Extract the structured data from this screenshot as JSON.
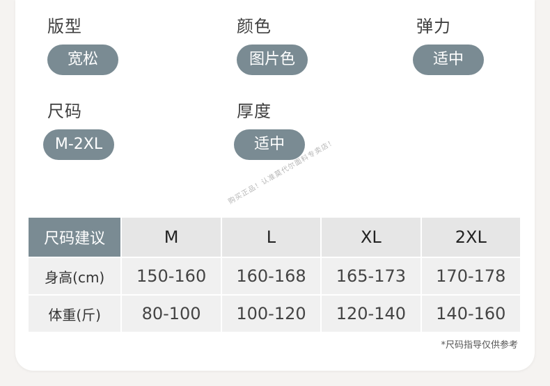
{
  "attributes": [
    {
      "label": "版型",
      "value": "宽松"
    },
    {
      "label": "颜色",
      "value": "图片色"
    },
    {
      "label": "弹力",
      "value": "适中"
    },
    {
      "label": "尺码",
      "value": "M-2XL"
    },
    {
      "label": "厚度",
      "value": "适中"
    }
  ],
  "size_table": {
    "corner": "尺码建议",
    "sizes": [
      "M",
      "L",
      "XL",
      "2XL"
    ],
    "rows": [
      {
        "label": "身高(cm)",
        "values": [
          "150-160",
          "160-168",
          "165-173",
          "170-178"
        ]
      },
      {
        "label": "体重(斤)",
        "values": [
          "80-100",
          "100-120",
          "120-140",
          "140-160"
        ]
      }
    ]
  },
  "note": "*尺码指导仅供参考",
  "watermark": "购买正品！认准莫代尔面料专卖店！",
  "colors": {
    "pill": "#7a8b93",
    "background": "#f5f3f1",
    "card": "#ffffff"
  }
}
